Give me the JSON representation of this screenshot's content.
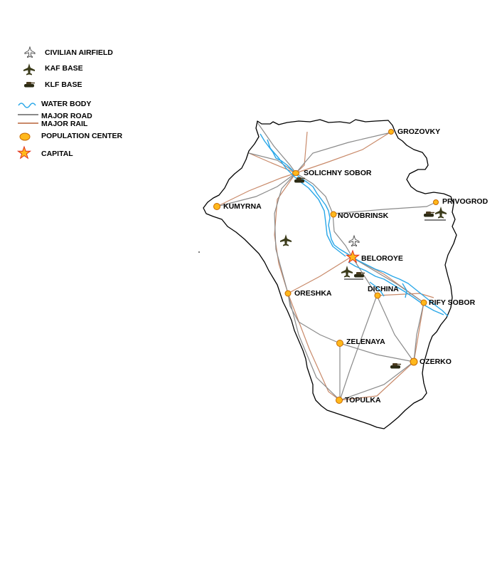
{
  "legend": {
    "civilian_airfield": "CIVILIAN AIRFIELD",
    "kaf_base": "KAF BASE",
    "klf_base": "KLF BASE",
    "water_body": "WATER BODY",
    "major_road": "MAJOR ROAD",
    "major_rail": "MAJOR RAIL",
    "population_center": "POPULATION CENTER",
    "capital": "CAPITAL"
  },
  "places": {
    "grozovky": "GROZOVKY",
    "solichny_sobor": "SOLICHNY SOBOR",
    "privogrod": "PRIVOGROD",
    "kumyrna": "KUMYRNA",
    "novobrinsk": "NOVOBRINSK",
    "beloroye": "BELOROYE",
    "dichina": "DICHINA",
    "rify_sobor": "RIFY SOBOR",
    "oreshka": "ORESHKA",
    "zelenaya": "ZELENAYA",
    "ozerko": "OZERKO",
    "topulka": "TOPULKA"
  },
  "colors": {
    "water": "#2aa7e8",
    "road": "#8a8a8a",
    "rail": "#c98a6a",
    "population_center": "#ffb81c",
    "capital": "#ffb81c",
    "kaf_base": "#3b3b1a",
    "klf_base": "#3b3b1a",
    "border": "#000000"
  },
  "icons": {
    "civilian_airfield": "white-plane-icon",
    "kaf_base": "dark-plane-icon",
    "klf_base": "tank-icon",
    "population_center": "orange-dot",
    "capital": "orange-star"
  }
}
